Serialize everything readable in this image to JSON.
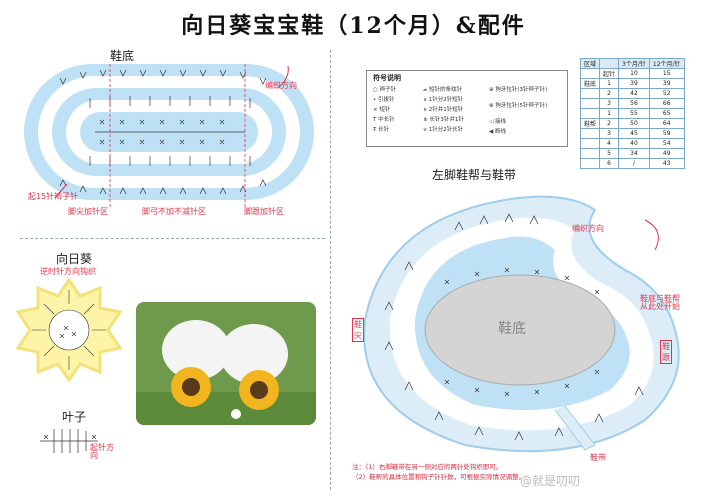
{
  "title": "向日葵宝宝鞋（12个月）&配件",
  "sole": {
    "label": "鞋底",
    "dir_label": "编织方向",
    "start_label": "起15针辫子针",
    "zones": [
      "脚尖加针区",
      "脚弓不加不减针区",
      "脚跟加针区"
    ]
  },
  "legend": {
    "title": "符号说明",
    "items": [
      [
        "○",
        "辫子针"
      ],
      [
        "•",
        "引拔针"
      ],
      [
        "×",
        "短针"
      ],
      [
        "T",
        "中长针"
      ],
      [
        "Ŧ",
        "长针"
      ],
      [
        "⩕",
        "短针的条纹针"
      ],
      [
        "∨",
        "1针分2针短针"
      ],
      [
        "∧",
        "2针并1针短针"
      ],
      [
        "⋔",
        "长针3针并1针"
      ],
      [
        "⋎",
        "1针分2针长针"
      ],
      [
        "⊕",
        "狗牙拉针(3针辫子针)"
      ],
      [
        "⊗",
        "狗牙拉针(5针辫子针)"
      ],
      [
        "◁",
        "接线"
      ],
      [
        "◀",
        "断线"
      ]
    ]
  },
  "counts": {
    "headers": [
      "区域",
      "",
      "3个月/针",
      "12个月/针"
    ],
    "rows": [
      [
        "",
        "起针",
        "10",
        "15"
      ],
      [
        "鞋底",
        "1",
        "39",
        "39"
      ],
      [
        "",
        "2",
        "42",
        "52"
      ],
      [
        "",
        "3",
        "56",
        "66"
      ],
      [
        "",
        "1",
        "55",
        "65"
      ],
      [
        "鞋帮",
        "2",
        "50",
        "64"
      ],
      [
        "",
        "3",
        "45",
        "59"
      ],
      [
        "",
        "4",
        "40",
        "54"
      ],
      [
        "",
        "5",
        "34",
        "49"
      ],
      [
        "",
        "6",
        "/",
        "43"
      ]
    ]
  },
  "upper": {
    "label": "左脚鞋帮与鞋带",
    "center": "鞋底",
    "dir_label": "编织方向",
    "side_labels": [
      "鞋尖",
      "鞋跟",
      "鞋带"
    ],
    "tag": "鞋底与鞋帮从此处开始"
  },
  "sunflower": {
    "label": "向日葵",
    "sub": "逆时针方向钩织"
  },
  "leaf": {
    "label": "叶子",
    "sub": "起针方向"
  },
  "notes": [
    "注：（1）右脚鞋带在另一侧对应的两针处钩织即可。",
    "（2）鞋帮的具体位置和钩子针针数，可根据实际情况调整。"
  ],
  "watermark": "@就是叨叨",
  "colors": {
    "accent": "#8ec7ea",
    "red": "#e0344a",
    "grey": "#cfcfcf"
  }
}
